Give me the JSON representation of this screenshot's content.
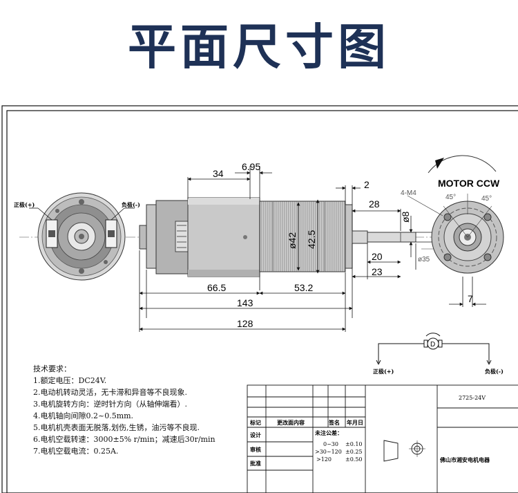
{
  "title": "平面尺寸图",
  "dimensions": {
    "d34": "34",
    "d695": "6.95",
    "d2": "2",
    "d28": "28",
    "d8": "ø8",
    "d42": "ø42",
    "d425": "42.5",
    "d20": "20",
    "d23": "23",
    "d665": "66.5",
    "d532": "53.2",
    "d143": "143",
    "d128": "128",
    "d35": "ø35",
    "d7": "7",
    "hole": "4-M4",
    "angle1": "45°",
    "angle2": "45°",
    "direction": "MOTOR  CCW"
  },
  "terminals": {
    "pos": "正极(+)",
    "neg": "负极(-)",
    "pos2": "正极(+)",
    "neg2": "负极(-)",
    "motor_symbol": "D"
  },
  "requirements": [
    "技术要求：",
    "1.额定电压：DC24V.",
    "2.电动机转动灵活，无卡滞和异音等不良现象.",
    "3.电机旋转方向：逆时针方向（从轴伸端看）.",
    "4.电机轴向间隙0.2~0.5mm.",
    "5.电机机壳表面无脱落,划伤,生锈，油污等不良现.",
    "6.电机空载转速：3000±5% r/min；减速后30r/min",
    "7.电机空载电流：0.25A."
  ],
  "title_block": {
    "model": "2725-24V",
    "mark": "标记",
    "change": "更改面内容",
    "sign": "签名",
    "date": "年月日",
    "design": "设计",
    "check": "审核",
    "approve": "批准",
    "tolerance_title": "未注公差：",
    "tol1_range": "0~30",
    "tol1_val": "±0.10",
    "tol2_range": ">30~120",
    "tol2_val": "±0.25",
    "tol3_range": ">120",
    "tol3_val": "±0.50",
    "company": "佛山市湘安电机电器"
  }
}
